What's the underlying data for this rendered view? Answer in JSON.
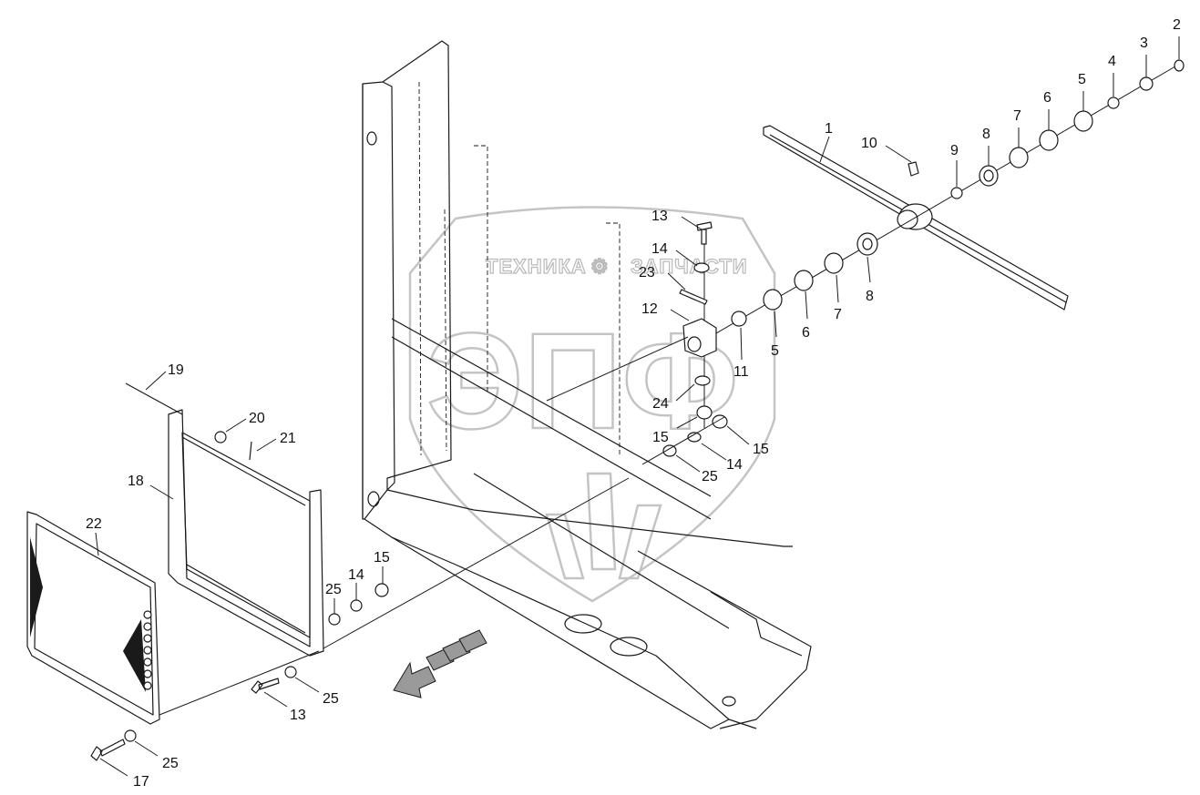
{
  "watermark": {
    "text_left": "ТЕХНИКА",
    "text_right": "ЗАПЧАСТИ",
    "logo_letters": "ЭПФ",
    "gear_symbol": "⚙"
  },
  "colors": {
    "ink": "#1a1a1a",
    "watermark": "#c4c4c4",
    "arrow_fill": "#9a9a9a"
  },
  "callouts": [
    {
      "id": "c1",
      "label": "1"
    },
    {
      "id": "c2",
      "label": "2"
    },
    {
      "id": "c3",
      "label": "3"
    },
    {
      "id": "c4",
      "label": "4"
    },
    {
      "id": "c5a",
      "label": "5"
    },
    {
      "id": "c6a",
      "label": "6"
    },
    {
      "id": "c7a",
      "label": "7"
    },
    {
      "id": "c8a",
      "label": "8"
    },
    {
      "id": "c9",
      "label": "9"
    },
    {
      "id": "c10",
      "label": "10"
    },
    {
      "id": "c13a",
      "label": "13"
    },
    {
      "id": "c14a",
      "label": "14"
    },
    {
      "id": "c23",
      "label": "23"
    },
    {
      "id": "c12",
      "label": "12"
    },
    {
      "id": "c8b",
      "label": "8"
    },
    {
      "id": "c7b",
      "label": "7"
    },
    {
      "id": "c6b",
      "label": "6"
    },
    {
      "id": "c5b",
      "label": "5"
    },
    {
      "id": "c11",
      "label": "11"
    },
    {
      "id": "c24",
      "label": "24"
    },
    {
      "id": "c15a",
      "label": "15"
    },
    {
      "id": "c15b",
      "label": "15"
    },
    {
      "id": "c14b",
      "label": "14"
    },
    {
      "id": "c25a",
      "label": "25"
    },
    {
      "id": "c19",
      "label": "19"
    },
    {
      "id": "c20",
      "label": "20"
    },
    {
      "id": "c21",
      "label": "21"
    },
    {
      "id": "c18",
      "label": "18"
    },
    {
      "id": "c22",
      "label": "22"
    },
    {
      "id": "c25b",
      "label": "25"
    },
    {
      "id": "c14c",
      "label": "14"
    },
    {
      "id": "c15c",
      "label": "15"
    },
    {
      "id": "c25c",
      "label": "25"
    },
    {
      "id": "c13b",
      "label": "13"
    },
    {
      "id": "c25d",
      "label": "25"
    },
    {
      "id": "c17",
      "label": "17"
    }
  ]
}
